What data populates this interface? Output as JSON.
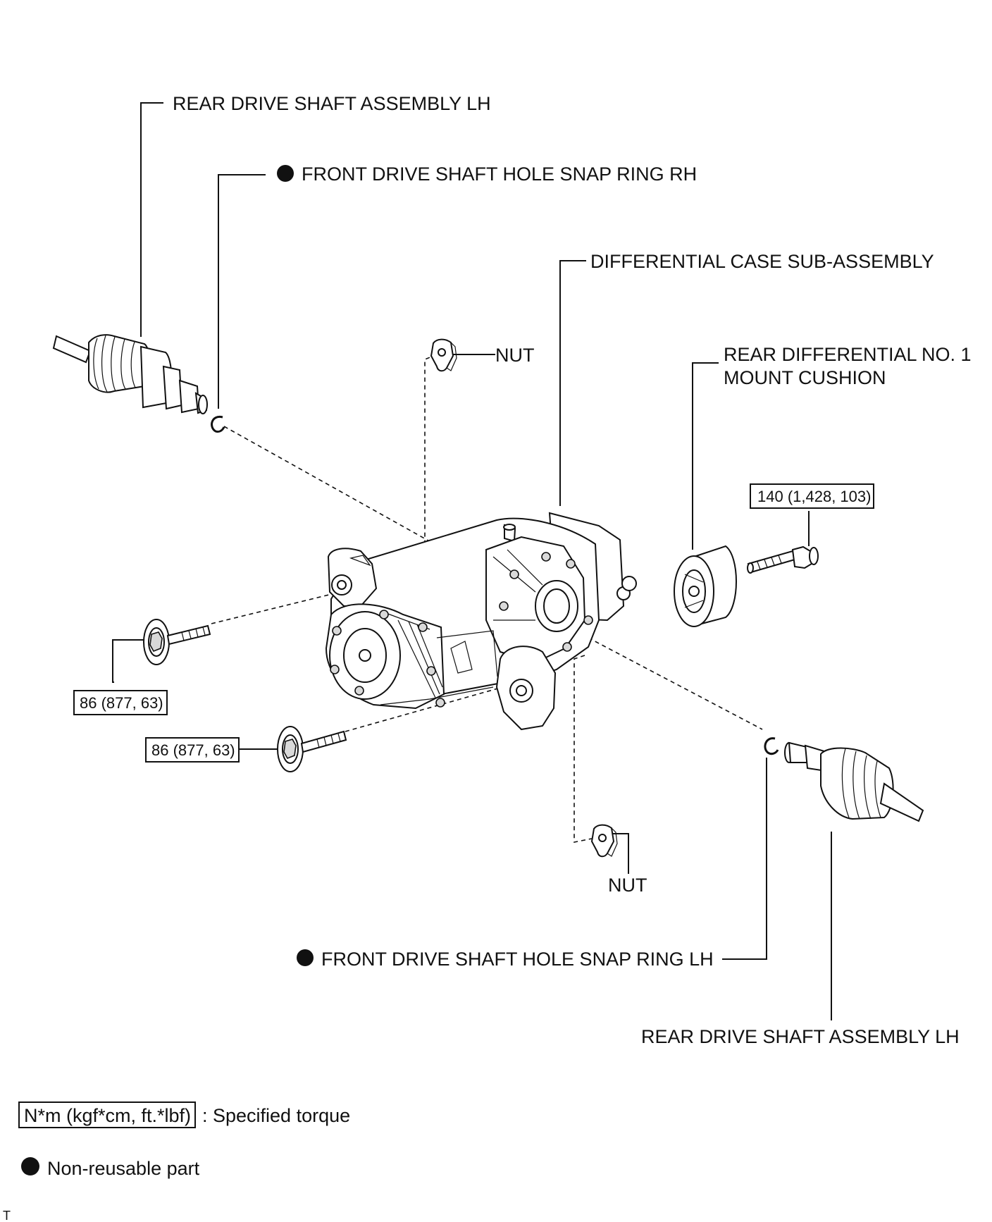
{
  "labels": {
    "rear_drive_shaft_lh_top": "REAR DRIVE SHAFT ASSEMBLY LH",
    "snap_ring_rh": "FRONT DRIVE SHAFT HOLE SNAP RING RH",
    "differential_case": "DIFFERENTIAL CASE SUB-ASSEMBLY",
    "nut_top": "NUT",
    "mount_cushion_line1": "REAR DIFFERENTIAL NO. 1",
    "mount_cushion_line2": "MOUNT CUSHION",
    "nut_bottom": "NUT",
    "snap_ring_lh": "FRONT DRIVE SHAFT HOLE SNAP RING LH",
    "rear_drive_shaft_lh_bottom": "REAR DRIVE SHAFT ASSEMBLY LH"
  },
  "torques": {
    "cushion_bolt": "140 (1,428, 103)",
    "left_bolt_upper": "86 (877, 63)",
    "left_bolt_lower": "86 (877, 63)"
  },
  "legend": {
    "torque_unit": "N*m (kgf*cm, ft.*lbf)",
    "torque_desc": ": Specified torque",
    "non_reusable": "Non-reusable part"
  },
  "corner_mark": "T"
}
